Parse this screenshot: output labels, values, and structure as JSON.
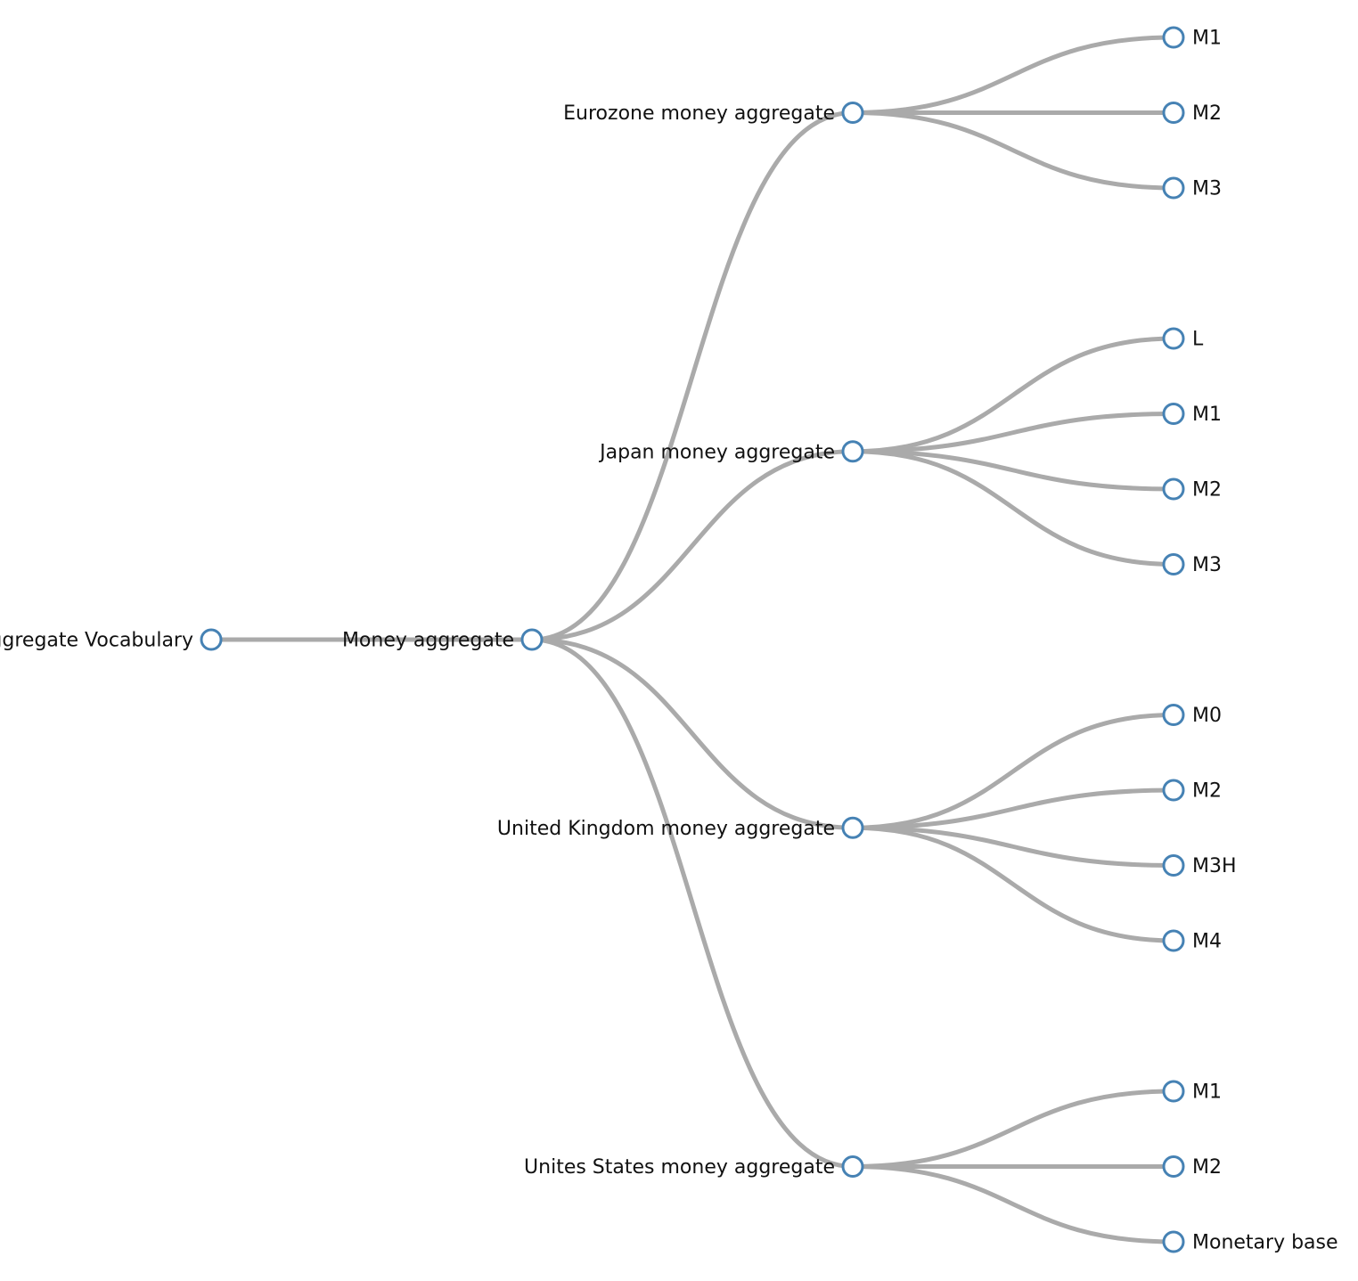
{
  "colors": {
    "link": "#aaaaaa",
    "node_stroke": "#4682b4",
    "node_fill": "#ffffff",
    "label": "#111111"
  },
  "tree": {
    "label": "Money Aggregate Vocabulary",
    "children": [
      {
        "label": "Money aggregate",
        "children": [
          {
            "label": "Eurozone money aggregate",
            "children": [
              {
                "label": "M1"
              },
              {
                "label": "M2"
              },
              {
                "label": "M3"
              }
            ]
          },
          {
            "label": "Japan money aggregate",
            "children": [
              {
                "label": "L"
              },
              {
                "label": "M1"
              },
              {
                "label": "M2"
              },
              {
                "label": "M3"
              }
            ]
          },
          {
            "label": "United Kingdom money aggregate",
            "children": [
              {
                "label": "M0"
              },
              {
                "label": "M2"
              },
              {
                "label": "M3H"
              },
              {
                "label": "M4"
              }
            ]
          },
          {
            "label": "Unites States money aggregate",
            "children": [
              {
                "label": "M1"
              },
              {
                "label": "M2"
              },
              {
                "label": "Monetary base"
              }
            ]
          }
        ]
      }
    ]
  }
}
